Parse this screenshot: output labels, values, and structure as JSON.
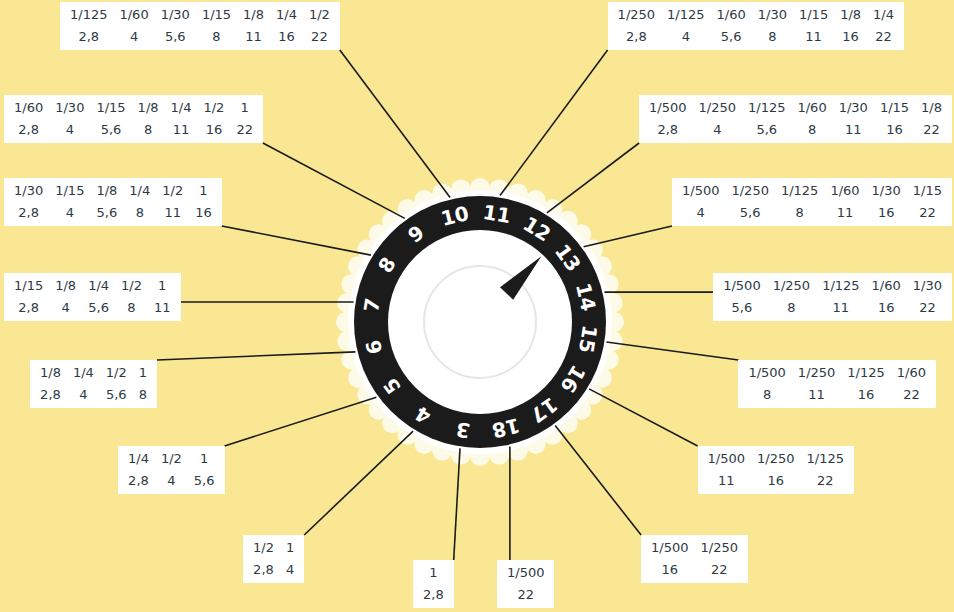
{
  "diagram": {
    "nodes": [
      {
        "text": [
          "1",
          "2,8"
        ]
      },
      {
        "text": [
          "1/2",
          "1",
          "2,8",
          "4"
        ]
      },
      {
        "text": [
          "1/4",
          "1/2",
          "1",
          "2,8",
          "4",
          "5,6"
        ]
      },
      {
        "text": [
          "1/8",
          "1/4",
          "1/2",
          "1",
          "2,8",
          "4",
          "5,6",
          "8"
        ]
      },
      {
        "text": [
          "1/15",
          "1/8",
          "1/4",
          "1/2",
          "1",
          "2,8",
          "4",
          "5,6",
          "8",
          "11"
        ]
      },
      {
        "text": [
          "1/30",
          "1/15",
          "1/8",
          "1/4",
          "1/2",
          "1",
          "2,8",
          "4",
          "5,6",
          "8",
          "11",
          "16"
        ]
      },
      {
        "text": [
          "1/60",
          "1/30",
          "1/15",
          "1/8",
          "1/4",
          "1/2",
          "1",
          "2,8",
          "4",
          "5,6",
          "8",
          "11",
          "16",
          "22"
        ]
      },
      {
        "text": [
          "1/125",
          "1/60",
          "1/30",
          "1/15",
          "1/8",
          "1/4",
          "1/2",
          "2,8",
          "4",
          "5,6",
          "8",
          "11",
          "16",
          "22"
        ]
      },
      {
        "text": [
          "1/250",
          "1/125",
          "1/60",
          "1/30",
          "1/15",
          "1/8",
          "1/4",
          "2,8",
          "4",
          "5,6",
          "8",
          "11",
          "16",
          "22"
        ]
      },
      {
        "text": [
          "1/500",
          "1/250",
          "1/125",
          "1/60",
          "1/30",
          "1/15",
          "1/8",
          "2,8",
          "4",
          "5,6",
          "8",
          "11",
          "16",
          "22"
        ]
      },
      {
        "text": [
          "1/500",
          "1/250",
          "1/125",
          "1/60",
          "1/30",
          "1/15",
          "4",
          "5,6",
          "8",
          "11",
          "16",
          "22"
        ]
      },
      {
        "text": [
          "1/500",
          "1/250",
          "1/125",
          "1/60",
          "1/30",
          "5,6",
          "8",
          "11",
          "16",
          "22"
        ]
      },
      {
        "text": [
          "1/500",
          "1/250",
          "1/125",
          "1/60",
          "8",
          "11",
          "16",
          "22"
        ]
      },
      {
        "text": [
          "1/500",
          "1/250",
          "1/125",
          "11",
          "16",
          "22"
        ]
      },
      {
        "text": [
          "1/500",
          "1/250",
          "16",
          "22"
        ]
      },
      {
        "text": [
          "1/500",
          "22"
        ]
      }
    ],
    "labels": [
      "3",
      "4",
      "5",
      "6",
      "7",
      "8",
      "9",
      "10",
      "11",
      "12",
      "13",
      "14",
      "15",
      "16",
      "17",
      "18"
    ]
  }
}
